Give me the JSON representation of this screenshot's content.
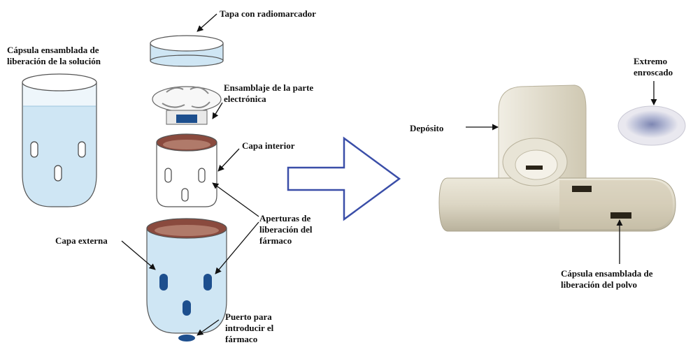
{
  "labels": {
    "solution_capsule": [
      "Cápsula ensamblada de",
      "liberación de la solución"
    ],
    "lid": "Tapa con radiomarcador",
    "electronics": [
      "Ensamblaje de la parte",
      "electrónica"
    ],
    "inner_layer": "Capa interior",
    "openings": [
      "Aperturas de",
      "liberación del",
      "fármaco"
    ],
    "outer_layer": "Capa externa",
    "port": [
      "Puerto para",
      "introducir el",
      "fármaco"
    ],
    "reservoir": "Depósito",
    "threaded_end": [
      "Extremo",
      "enroscado"
    ],
    "powder_capsule": [
      "Cápsula ensamblada de",
      "liberación del polvo"
    ]
  },
  "colors": {
    "liquid": "#cfe6f4",
    "liquid_edge": "#9cc4dd",
    "port_blue": "#1d4f8e",
    "inner_red": "#8a4a3e",
    "arrow_outline": "#3a4ea8",
    "photo_body": "#ded9c9",
    "photo_shadow": "#a39c86",
    "slot_dark": "#2a2418"
  },
  "icons": {
    "arrow": "right-arrow-icon",
    "pointer": "pointer-arrow-icon"
  }
}
